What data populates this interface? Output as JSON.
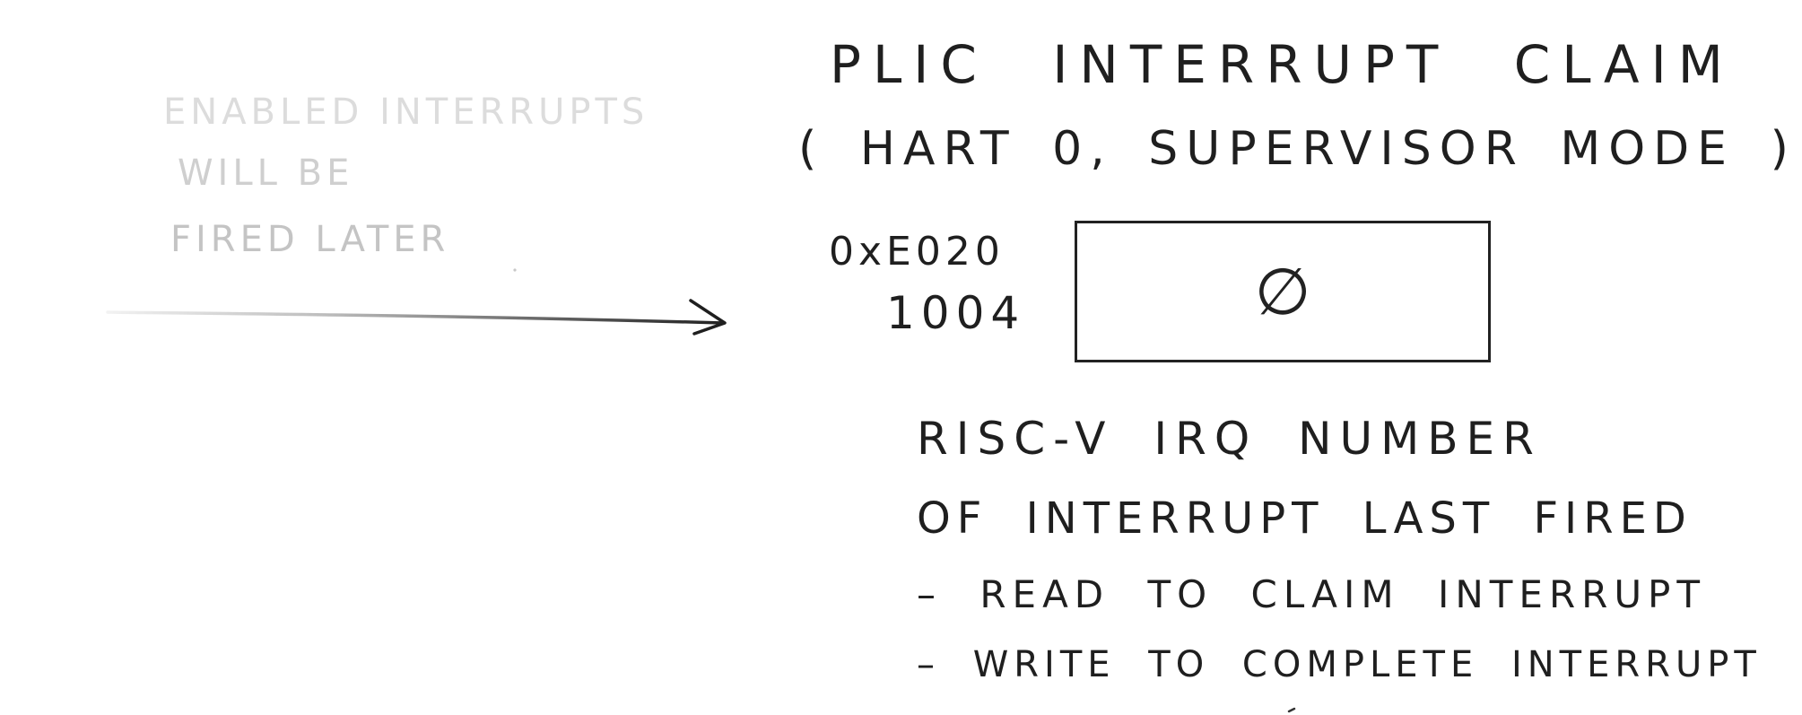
{
  "title": {
    "line1": "PLIC INTERRUPT CLAIM",
    "line2": "( HART 0, SUPERVISOR MODE )"
  },
  "note": {
    "lines": [
      "ENABLED INTERRUPTS",
      "WILL BE",
      "FIRED LATER"
    ]
  },
  "register": {
    "address_line1": "0xE020",
    "address_line2": "1004",
    "value": "∅"
  },
  "description": {
    "line1": "RISC-V IRQ NUMBER",
    "line2": "OF INTERRUPT LAST FIRED",
    "bullets": [
      "– READ TO CLAIM INTERRUPT",
      "– WRITE TO COMPLETE INTERRUPT"
    ]
  },
  "colors": {
    "ink": "#1f1f1f",
    "faded_ink_start": "#e6e6e6",
    "faded_ink_end": "#9a9a9a"
  }
}
